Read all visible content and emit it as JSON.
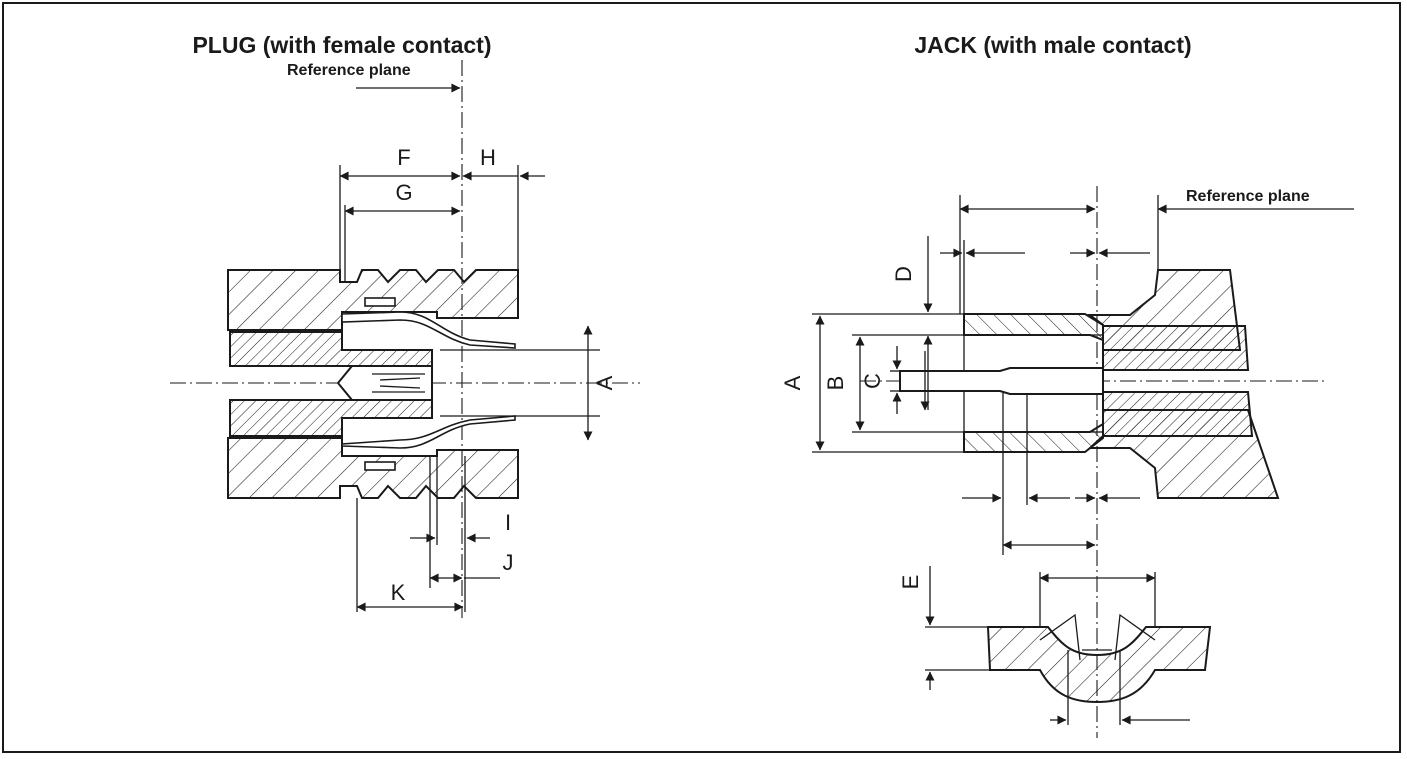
{
  "plug": {
    "title": "PLUG (with female contact)",
    "reference_plane": "Reference plane",
    "dims": {
      "A": "A",
      "F": "F",
      "G": "G",
      "H": "H",
      "I": "I",
      "J": "J",
      "K": "K"
    }
  },
  "jack": {
    "title": "JACK (with male contact)",
    "reference_plane": "Reference plane",
    "dims": {
      "A": "A",
      "B": "B",
      "C": "C",
      "D": "D",
      "E": "E"
    }
  },
  "colors": {
    "ink": "#1a1a1a",
    "background": "#ffffff"
  }
}
